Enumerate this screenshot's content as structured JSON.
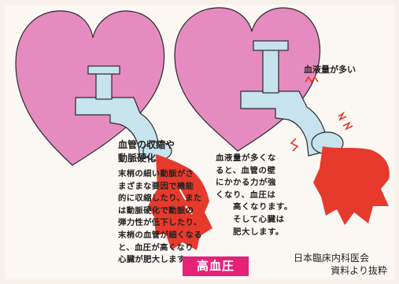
{
  "panel_left": {
    "title": "血管の収縮や\n動脈硬化",
    "body": "末梢の細い動脈がさ\nまざまな要因で機能\n的に収縮したり、また\nは動脈硬化で動脈の\n弾力性が低下したり、\n末梢の血管が細くなる\nと、血圧が高くなり\n心臓が肥大します。"
  },
  "panel_right": {
    "flow_label": "血液量が多い",
    "body": "血液量が多くな\nると、血管の壁\nにかかる力が強\nくなり、血圧は\n　　高くなります。\n　　そして心臓は\n　　肥大します。"
  },
  "badge": {
    "label": "高血圧"
  },
  "source": {
    "line1": "日本臨床内科医会",
    "line2": "資料より抜粋"
  },
  "colors": {
    "heart": "#e58bbf",
    "pipe": "#c6e3ee",
    "blood": "#e63a2c",
    "badge": "#e5227a",
    "background": "#f7f1ea"
  }
}
